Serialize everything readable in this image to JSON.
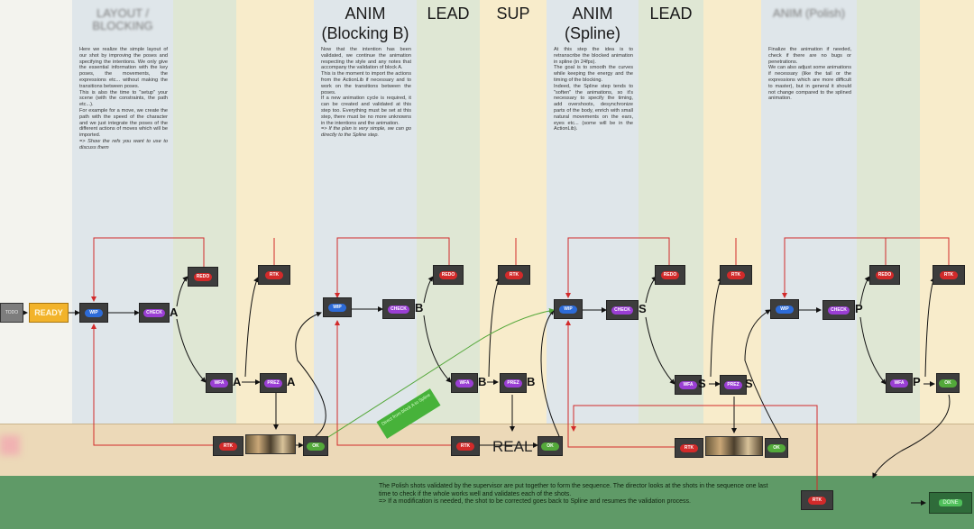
{
  "columns": [
    {
      "id": "layout",
      "heading": "",
      "heading_blur": "LAYOUT / BLOCKING",
      "paragraphs": [
        "Here we realize the simple layout of our shot by improving the poses and specifying the intentions. We only give the essential information with the key poses, the movements, the expressions etc... without making the transitions between poses.",
        "This is also the time to \"setup\" your scene (with the constraints, the path etc...).",
        "For example for a move, we create the path with the speed of the character and we just integrate the poses of the different actions of moves which will be imported.",
        "=> Show the refs you want to use to discuss them"
      ],
      "italic_last": false
    },
    {
      "id": "anim-blocking",
      "heading": "ANIM\n(Blocking B)",
      "heading_blur": "",
      "paragraphs": [
        "Now that the intention has been validated, we continue the animation respecting the style and any notes that accompany the validation of block A.",
        "This is the moment to import the actions from the ActionLib if necessary and to work on the transitions between the poses.",
        "If a new animation cycle is required, it can be created and validated at this step too. Everything must be set at this step, there must be no more unknowns in the intentions and the animation.",
        "=> If the plan is very simple, we can go directly to the Spline step."
      ],
      "italic_last": true
    },
    {
      "id": "lead-b",
      "heading": "LEAD",
      "heading_blur": "",
      "paragraphs": [],
      "italic_last": false
    },
    {
      "id": "sup-b",
      "heading": "SUP",
      "heading_blur": "",
      "paragraphs": [],
      "italic_last": false
    },
    {
      "id": "anim-spline",
      "heading": "ANIM\n(Spline)",
      "heading_blur": "",
      "paragraphs": [
        "At this step the idea is to retranscribe the blocked animation in spline (in 24fps).",
        "The goal is to smooth the curves while keeping the energy and the timing of the blocking.",
        "Indeed, the Spline step tends to \"soften\" the animations, so it's necessary to specify the timing, add overshoots, desynchronize parts of the body, enrich with small natural movements on the ears, eyes etc... (some will be in the ActionLib)."
      ],
      "italic_last": false
    },
    {
      "id": "lead-s",
      "heading": "LEAD",
      "heading_blur": "",
      "paragraphs": [],
      "italic_last": false
    },
    {
      "id": "polish",
      "heading": "",
      "heading_blur": "ANIM (Polish)",
      "paragraphs": [
        "Finalize the animation if needed, check if there are no bugs or penetrations.",
        "We can also adjust some animations if necessary (like the tail or the expressions which are more difficult to master), but in general it should not change compared to the splined animation."
      ],
      "italic_last": false
    }
  ],
  "nodes": {
    "todo": "TODO",
    "ready": "READY",
    "wip": "WIP",
    "check": "CHECK",
    "redo": "REDO",
    "rtk": "RTK",
    "wfa": "WFA",
    "prez": "PREZ",
    "ok": "OK",
    "done": "DONE"
  },
  "suffixes": {
    "a": "A",
    "b": "B",
    "s": "S",
    "p": "P"
  },
  "real_label": "REAL",
  "annotation": "Direct from block A to Spline",
  "final_text": [
    "The Polish shots validated by the supervisor are put together to form the sequence. The director looks at the shots in the sequence one last time to check if the whole works well and validates each of the shots.",
    "=> If a modification is needed, the shot to be corrected goes back to Spline and resumes the validation process."
  ],
  "colors": {
    "rtk_red": "#d22a2a",
    "wip_blue": "#2d6bd8",
    "check_purple": "#9a3ed4",
    "ok_green": "#53a93a",
    "ready_orange": "#f2b32b",
    "final_green": "#5f9a67"
  }
}
